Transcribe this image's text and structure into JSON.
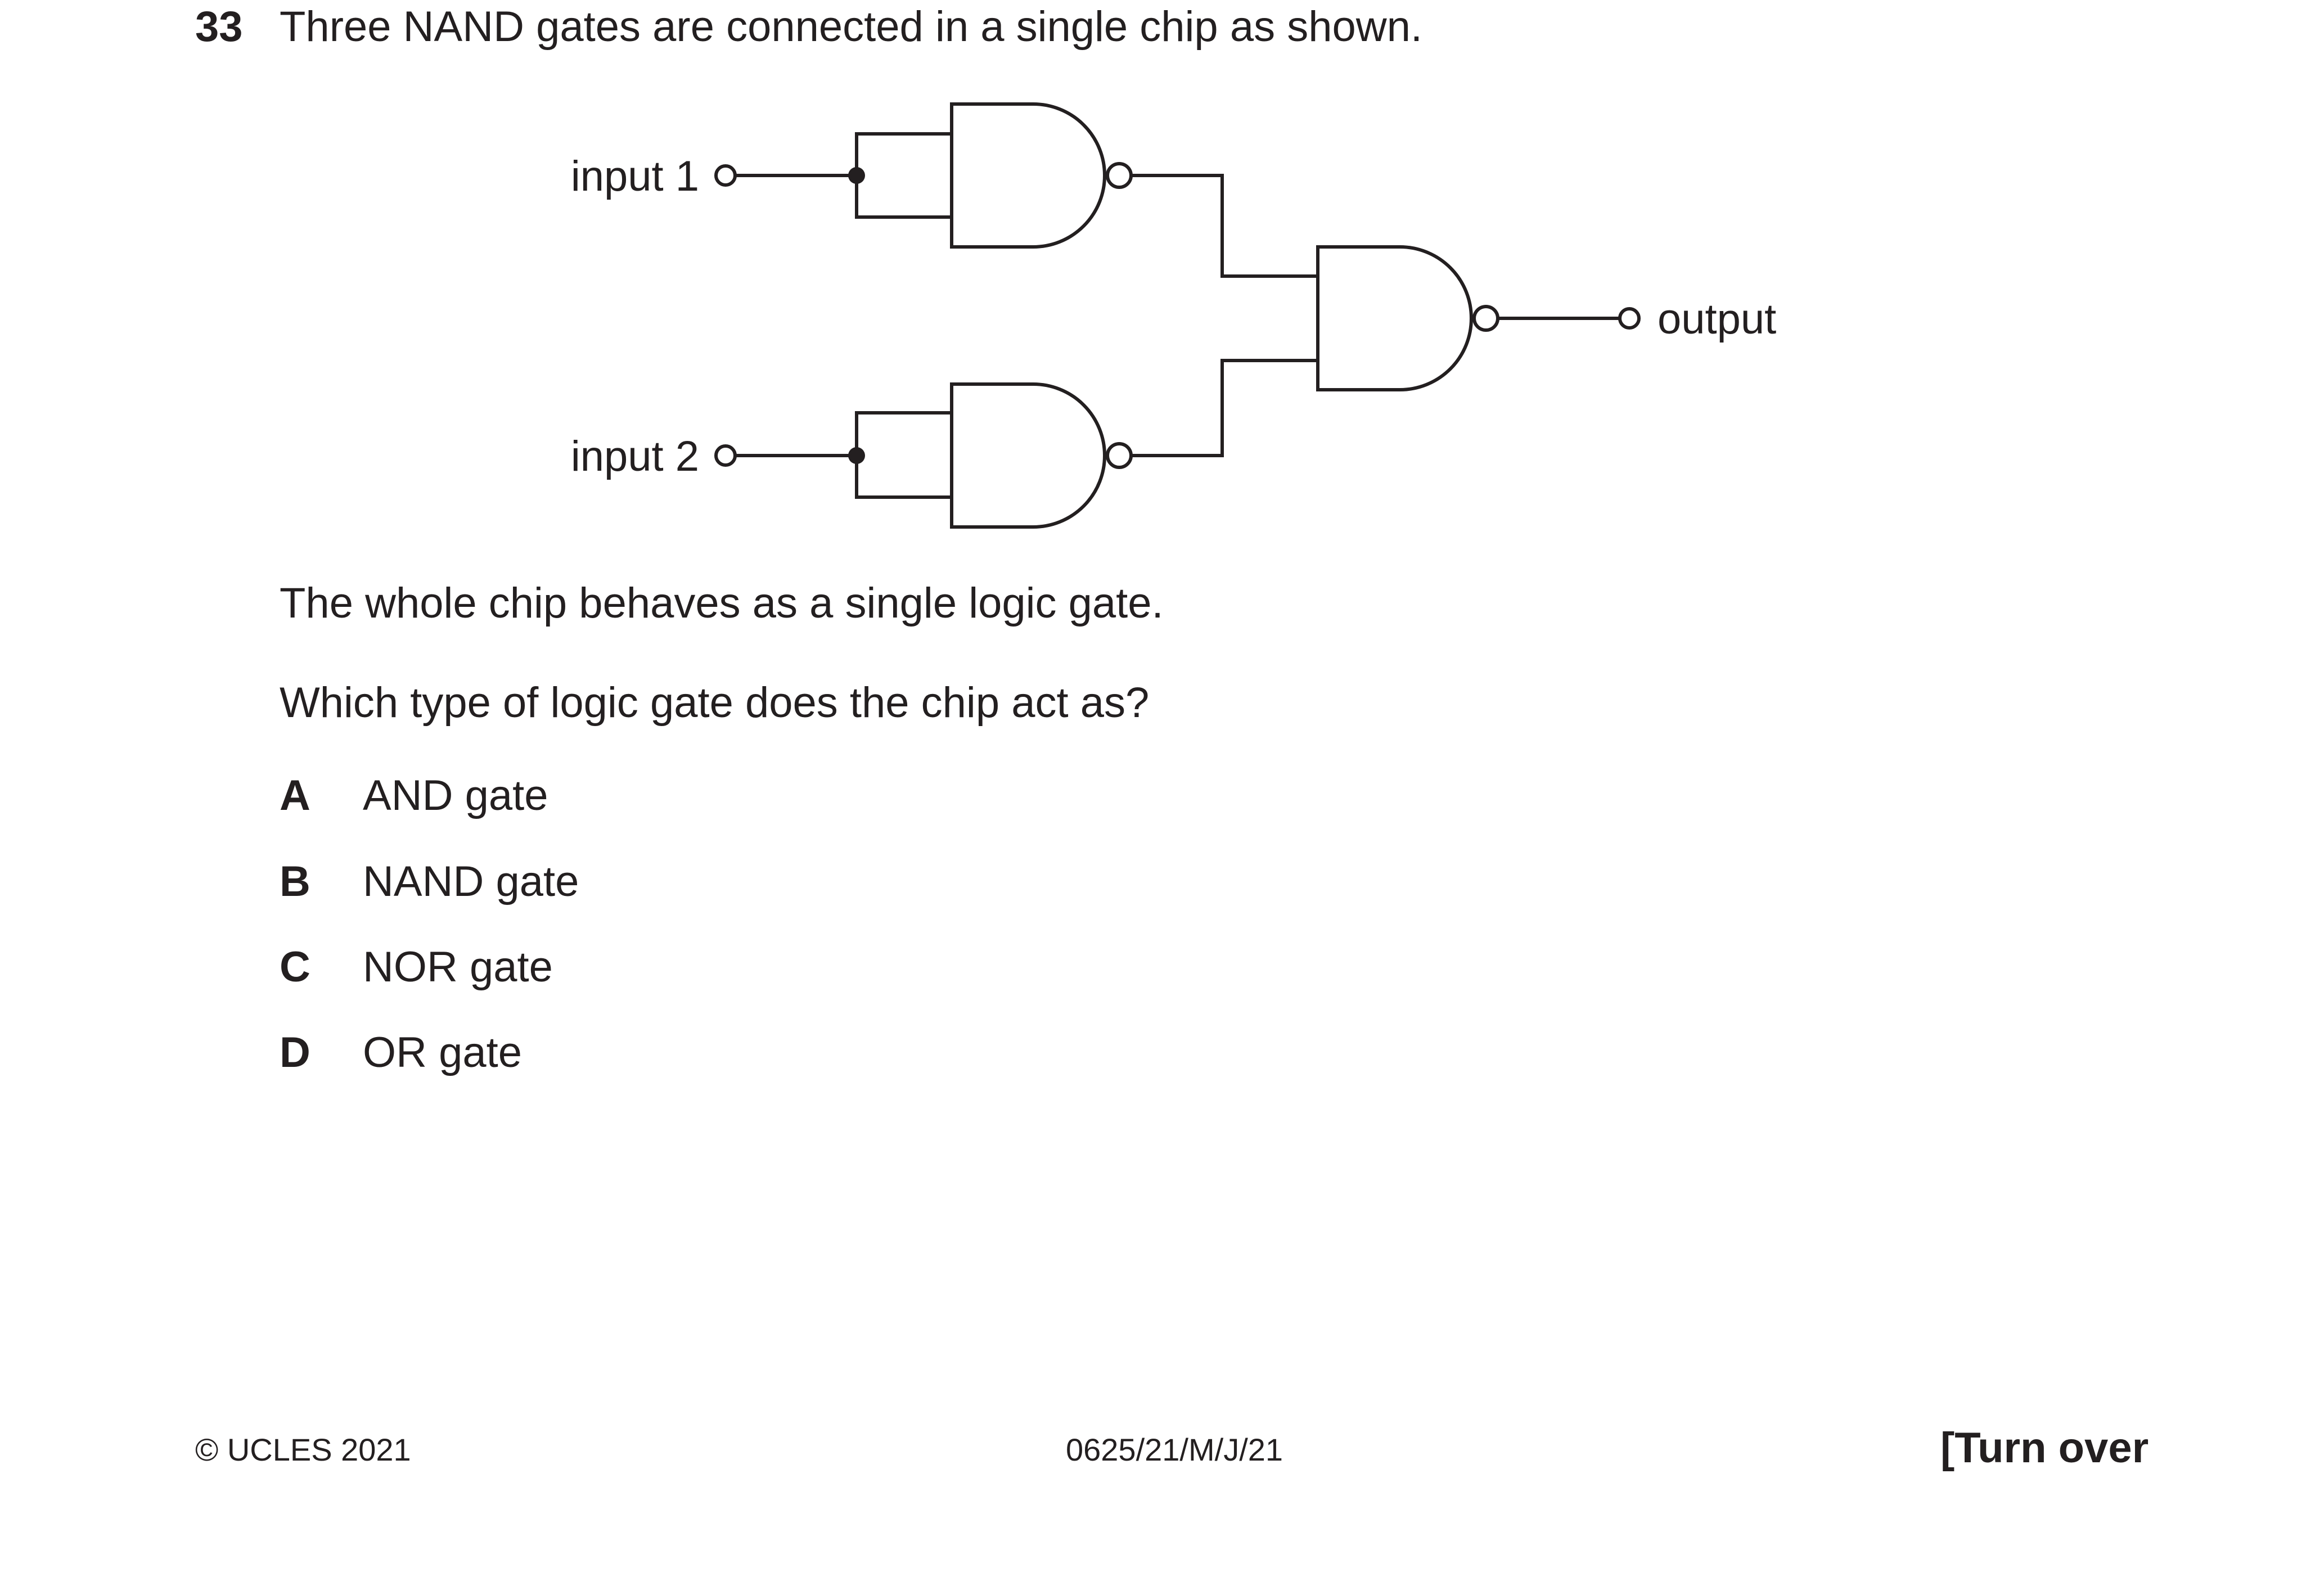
{
  "question": {
    "number": "33",
    "stem": "Three NAND gates are connected in a single chip as shown.",
    "line2": "The whole chip behaves as a single logic gate.",
    "line3": "Which type of logic gate does the chip act as?"
  },
  "diagram": {
    "input1_label": "input 1",
    "input2_label": "input 2",
    "output_label": "output",
    "gate_icon": "nand-gate"
  },
  "options": [
    {
      "letter": "A",
      "text": "AND gate"
    },
    {
      "letter": "B",
      "text": "NAND gate"
    },
    {
      "letter": "C",
      "text": "NOR gate"
    },
    {
      "letter": "D",
      "text": "OR gate"
    }
  ],
  "footer": {
    "copyright": "© UCLES 2021",
    "code": "0625/21/M/J/21",
    "turn_over": "[Turn over"
  }
}
